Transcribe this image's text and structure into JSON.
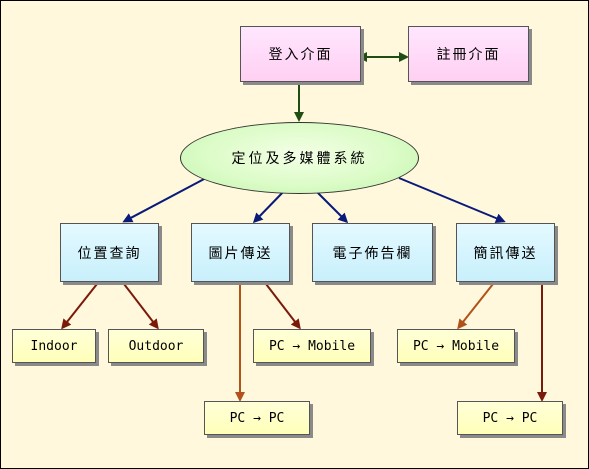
{
  "nodes": {
    "login": "登入介面",
    "register": "註冊介面",
    "system": "定位及多媒體系統",
    "location_query": "位置查詢",
    "image_transfer": "圖片傳送",
    "bulletin_board": "電子佈告欄",
    "sms_transfer": "簡訊傳送",
    "indoor": "Indoor",
    "outdoor": "Outdoor",
    "image_pc_mobile": "PC → Mobile",
    "image_pc_pc": "PC → PC",
    "sms_pc_mobile": "PC → Mobile",
    "sms_pc_pc": "PC → PC"
  },
  "colors": {
    "background": "#fff8dc",
    "green_arrow": "#1f4d14",
    "blue_arrow": "#0a1a7a",
    "red_arrow": "#7a1a0a",
    "orange_arrow": "#b0521a"
  }
}
